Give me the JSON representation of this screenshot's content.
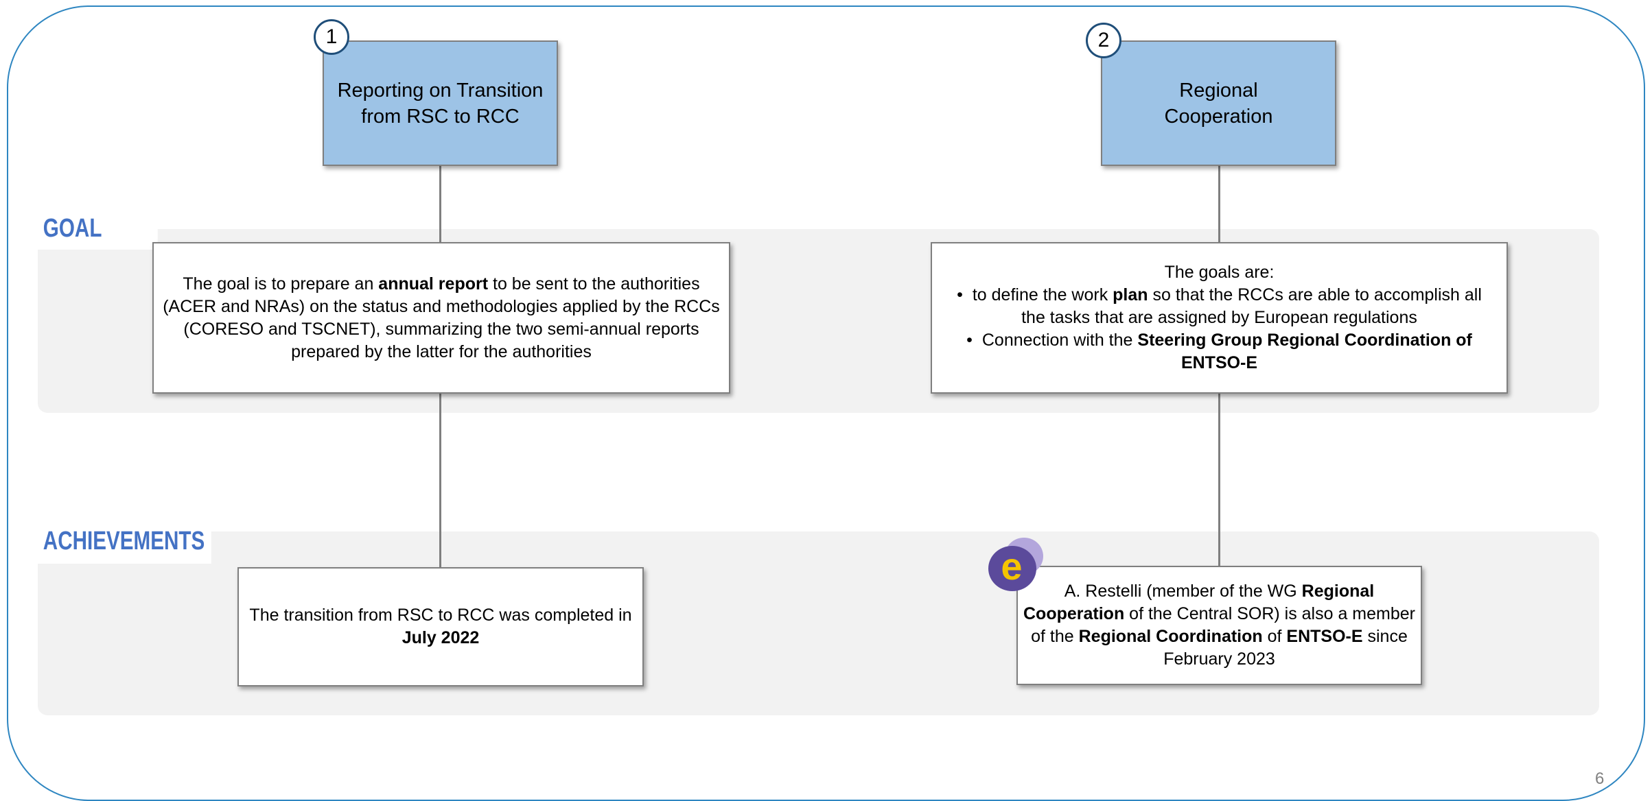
{
  "sections": {
    "goal_label": "GOAL",
    "achievements_label": "ACHIEVEMENTS"
  },
  "columns": [
    {
      "number": "1",
      "title_line1": "Reporting on Transition",
      "title_line2": "from RSC to RCC",
      "goal": {
        "l1_pre": "The goal is to prepare an ",
        "l1_bold": "annual report",
        "l1_post": " to be sent to the authorities",
        "l2": "(ACER and NRAs) on the status and methodologies applied by the RCCs",
        "l3": "(CORESO and TSCNET), summarizing the two semi-annual reports",
        "l4": "prepared by the latter for the authorities"
      },
      "achievement": {
        "l1": "The transition from RSC to RCC was completed in",
        "l2_bold": "July 2022"
      }
    },
    {
      "number": "2",
      "title_line1": "Regional",
      "title_line2": "Cooperation",
      "goal": {
        "intro": "The goals are:",
        "bullet_symbol": "•",
        "b1_pre": "to define the work ",
        "b1_bold": "plan",
        "b1_post": " so that the RCCs are able to accomplish all",
        "b1_l2": "the tasks that are assigned by European regulations",
        "b2_pre": "Connection with the ",
        "b2_bold": "Steering Group Regional Coordination of",
        "b2_l2_bold": "ENTSO-E"
      },
      "achievement": {
        "l1_pre": "A. Restelli (member of the WG ",
        "l1_bold": "Regional",
        "l2_bold": "Cooperation",
        "l2_post": " of the Central SOR) is also a member",
        "l3_pre": "of the ",
        "l3_bold1": "Regional Coordination",
        "l3_mid": " of ",
        "l3_bold2": "ENTSO-E",
        "l3_post": " since",
        "l4": "February 2023"
      },
      "logo_letter": "e"
    }
  ],
  "page_number": "6",
  "colors": {
    "frame": "#2e86c1",
    "title_box": "#9dc3e6",
    "section_label": "#4472c4",
    "band": "#f2f2f2",
    "connector": "#7f7f7f",
    "badge_border": "#1f4e79",
    "logo_purple": "#5b4a9b",
    "logo_yellow": "#f5c400"
  }
}
